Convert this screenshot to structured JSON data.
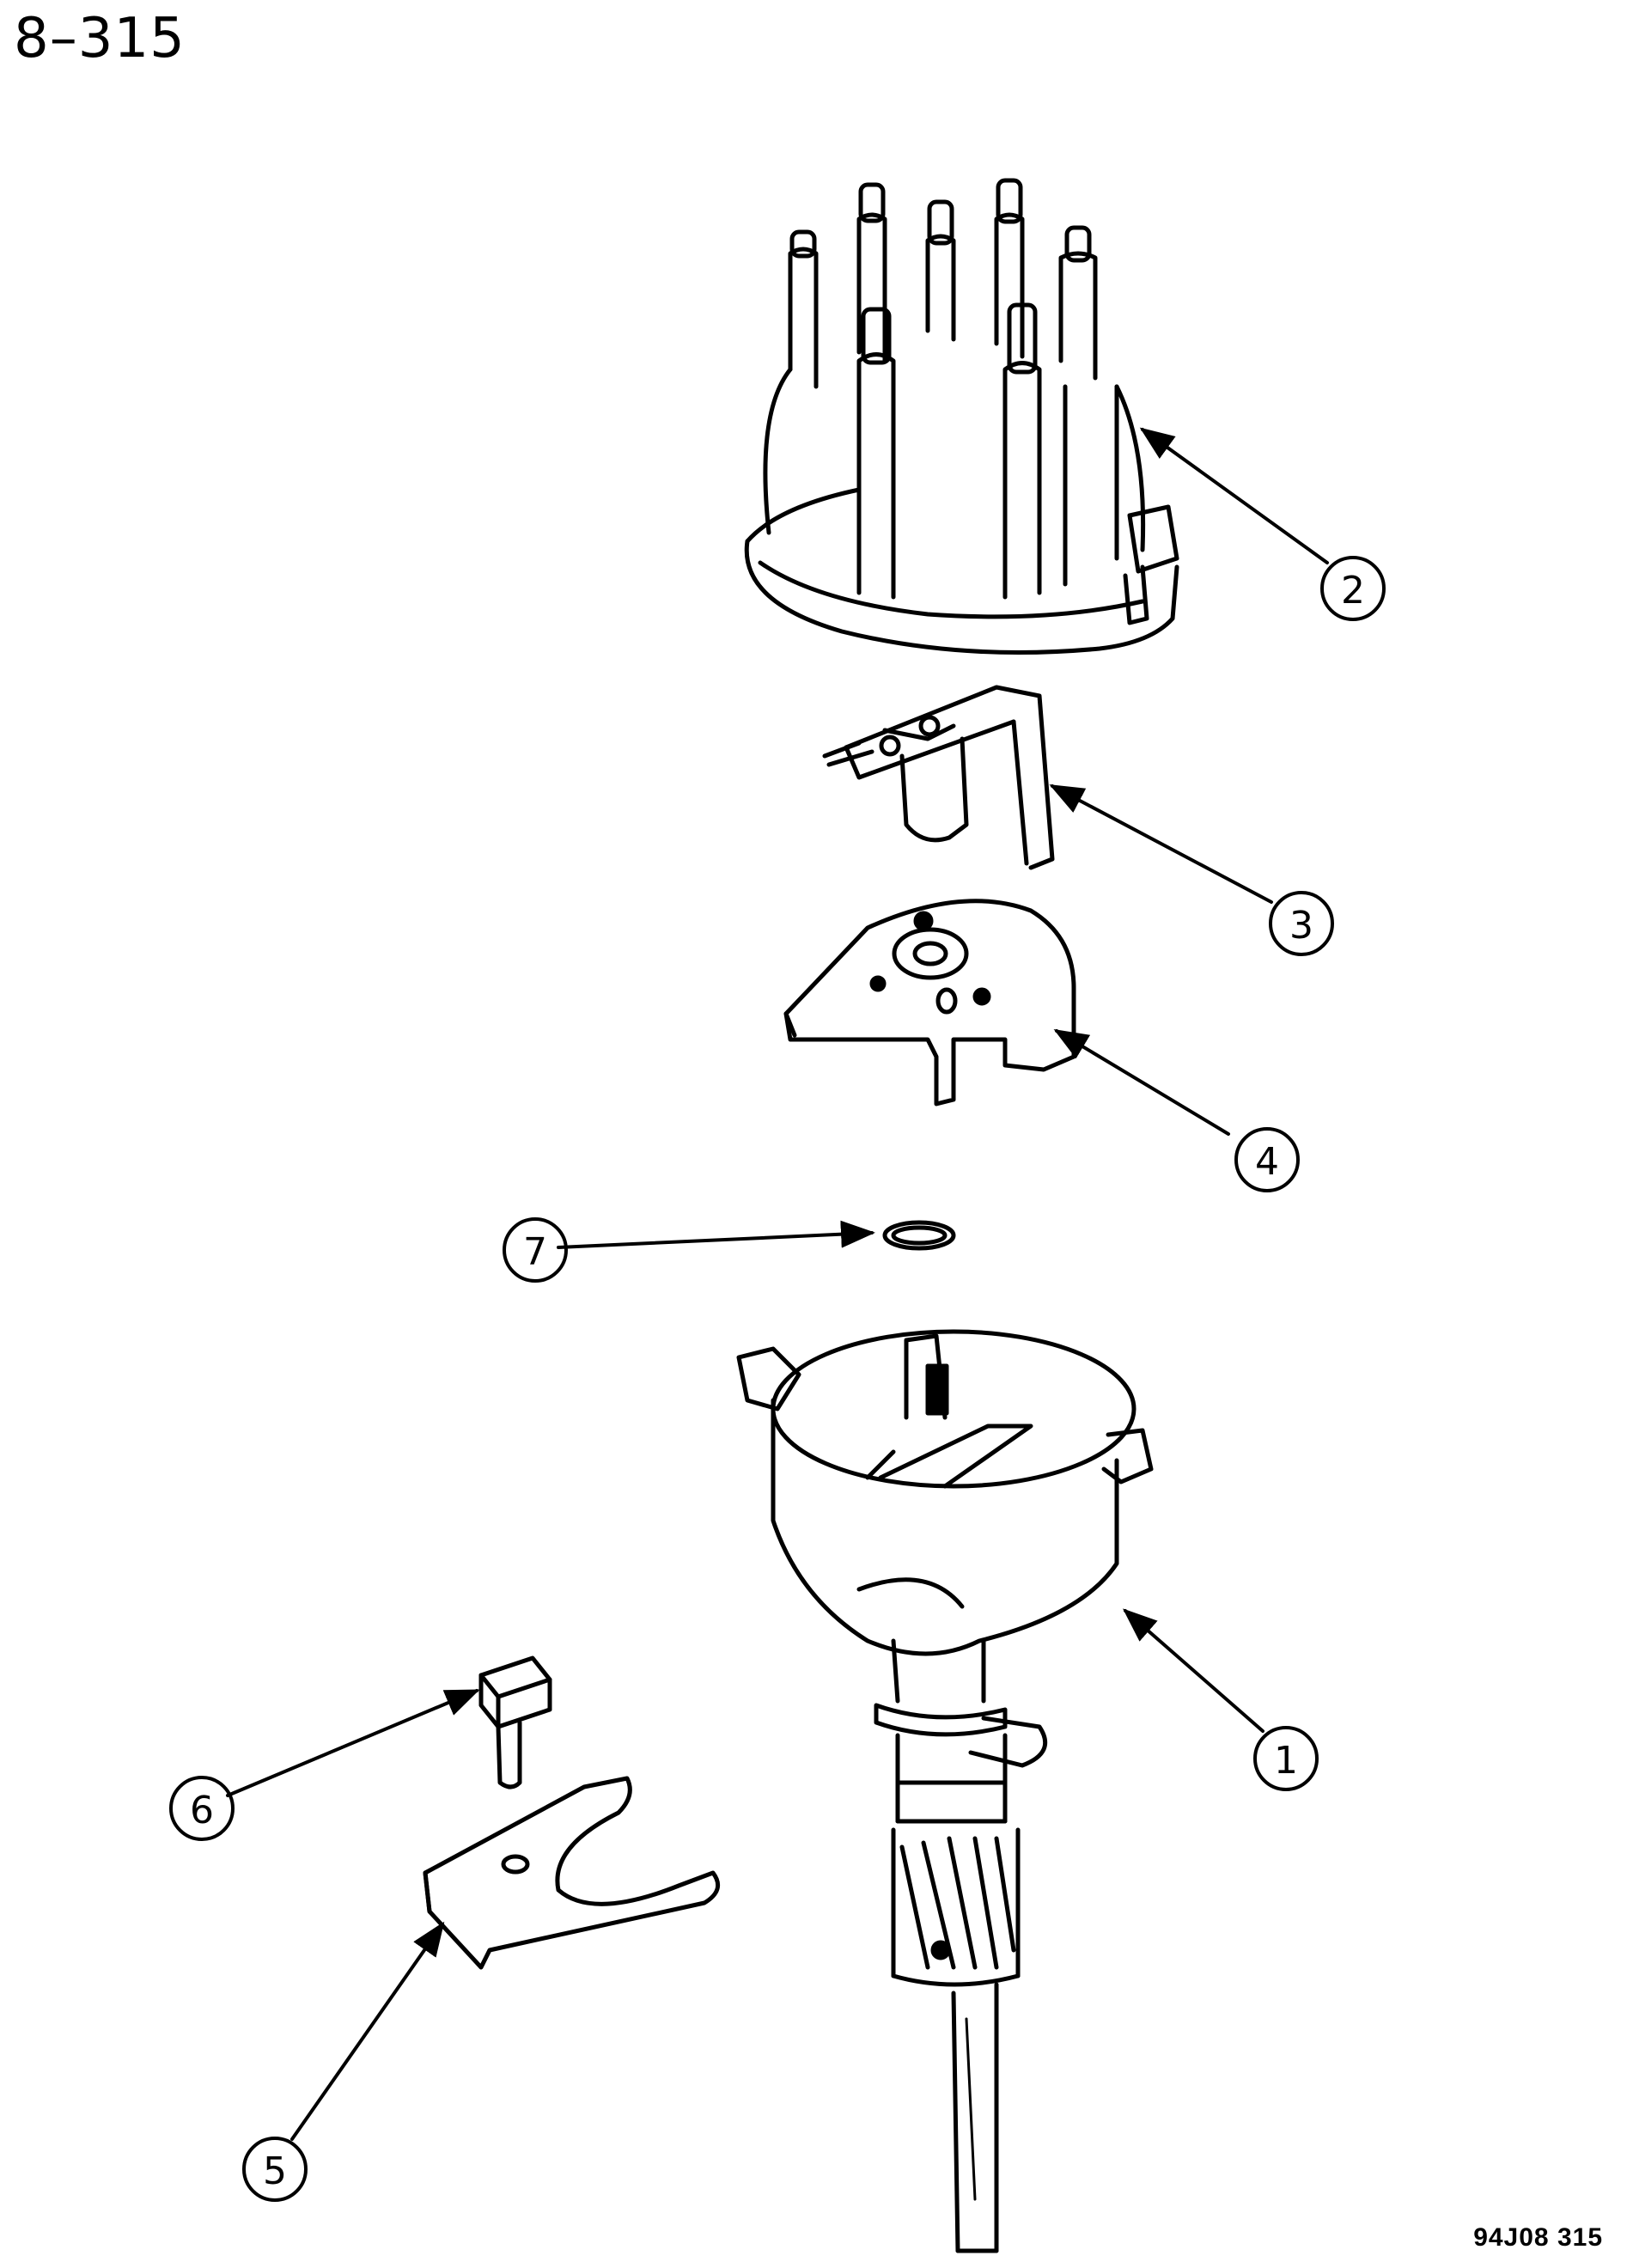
{
  "page_number": "8–315",
  "figure_code": "94J08 315",
  "callouts": [
    {
      "number": "1",
      "part": "distributor-housing"
    },
    {
      "number": "2",
      "part": "distributor-cap"
    },
    {
      "number": "3",
      "part": "rotor"
    },
    {
      "number": "4",
      "part": "pickup-plate"
    },
    {
      "number": "5",
      "part": "hold-down-clamp"
    },
    {
      "number": "6",
      "part": "bolt"
    },
    {
      "number": "7",
      "part": "o-ring"
    }
  ]
}
